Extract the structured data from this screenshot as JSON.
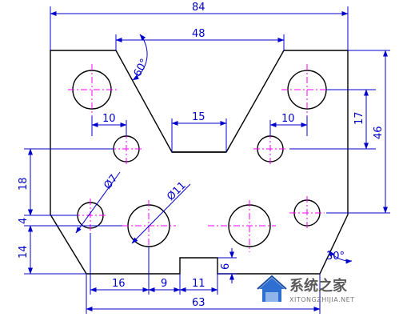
{
  "dimensions": {
    "overall_width": "84",
    "notch_top_width": "48",
    "notch_bottom_width": "15",
    "notch_angle": "60°",
    "left_hole_offset": "10",
    "right_hole_offset": "10",
    "right_upper_spacing": "17",
    "right_total_height": "46",
    "left_spacing_upper": "18",
    "left_spacing_mid": "4",
    "left_spacing_lower": "14",
    "small_hole_diameter": "Ø7",
    "large_hole_diameter": "Ø11",
    "bottom_dim_1": "16",
    "bottom_dim_2": "9",
    "bottom_dim_3": "11",
    "slot_height": "6",
    "bottom_width": "63",
    "chamfer_angle": "30°"
  },
  "watermark": {
    "title": "系统之家",
    "url": "XITONGZHIJIA.NET",
    "logo": "house-logo-icon",
    "colors": {
      "logo_blue": "#2f6fd1",
      "logo_light": "#8fb4ea"
    }
  },
  "colors": {
    "outline": "#000000",
    "dimension": "#0000cc",
    "centerline": "#ff00ff"
  }
}
